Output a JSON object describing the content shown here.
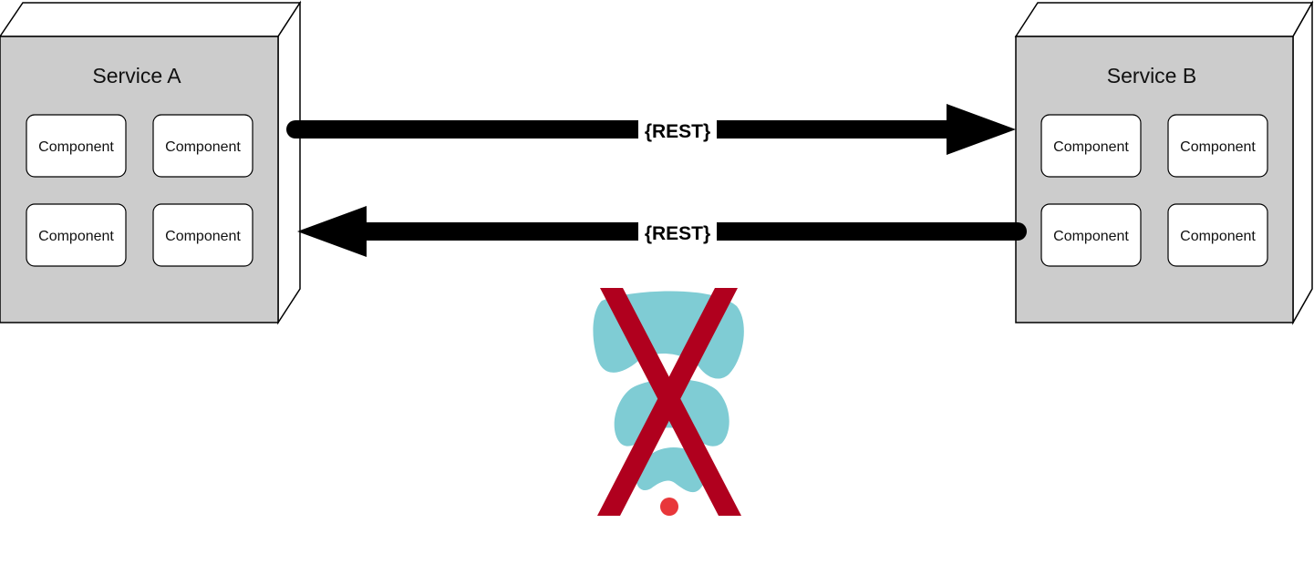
{
  "services": [
    {
      "title": "Service A",
      "components": [
        "Component",
        "Component",
        "Component",
        "Component"
      ]
    },
    {
      "title": "Service B",
      "components": [
        "Component",
        "Component",
        "Component",
        "Component"
      ]
    }
  ],
  "arrows": [
    {
      "label": "{REST}",
      "direction": "A-to-B"
    },
    {
      "label": "{REST}",
      "direction": "B-to-A"
    }
  ],
  "icons": {
    "wifi": "wifi-icon",
    "crossed_out": "x-mark-icon"
  },
  "colors": {
    "service_fill": "#cccccc",
    "service_top": "#ffffff",
    "arrow": "#000000",
    "wifi": "#7fccd4",
    "cross": "#b0001e",
    "dot": "#e8373a"
  }
}
